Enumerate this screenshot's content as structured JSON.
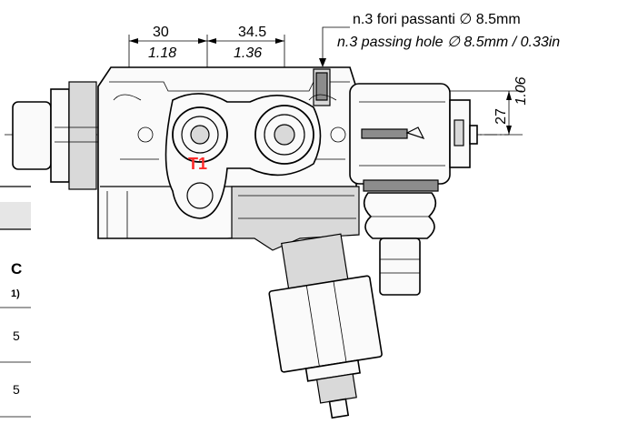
{
  "dimensions": {
    "d1": {
      "mm": "30",
      "inch": "1.18"
    },
    "d2": {
      "mm": "34.5",
      "inch": "1.36"
    },
    "d3": {
      "mm": "27",
      "inch": "1.06"
    }
  },
  "note": {
    "line1": "n.3 fori passanti ∅ 8.5mm",
    "line2": "n.3 passing hole ∅ 8.5mm / 0.33in"
  },
  "port_label": "T1",
  "port_color": "#ff2a2a",
  "table": {
    "header": "C",
    "subheader": "1)",
    "row1": "5",
    "row2": "5"
  },
  "colors": {
    "line": "#000000",
    "shade": "#d9d9d9",
    "dark": "#8c8c8c"
  }
}
